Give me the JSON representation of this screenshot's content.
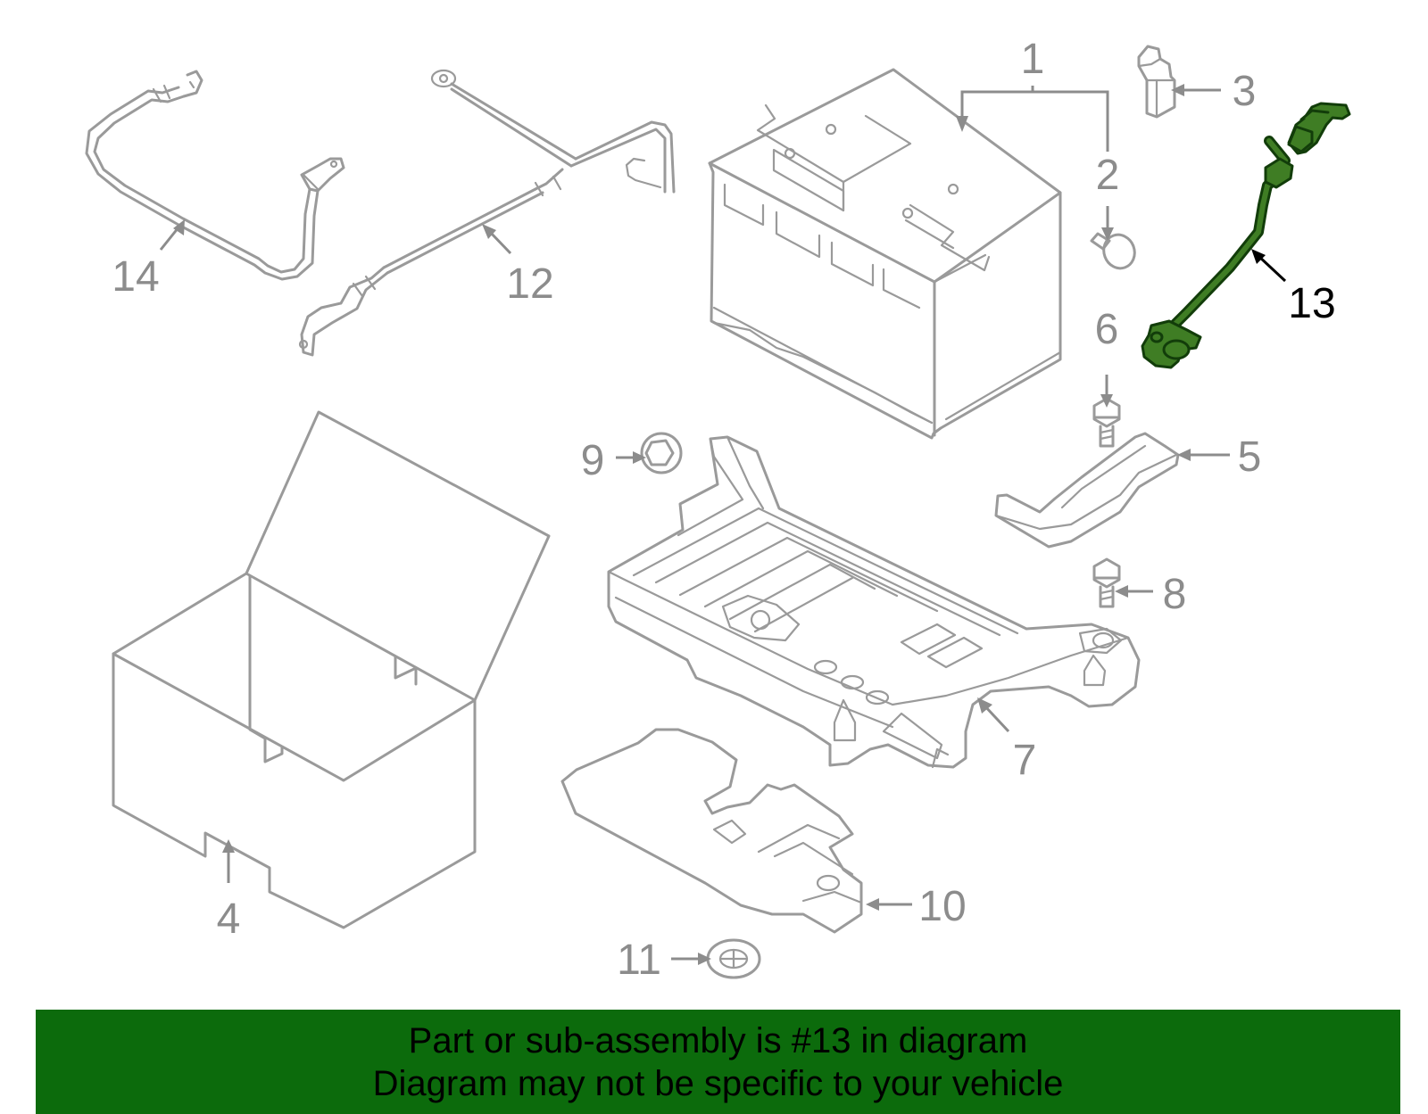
{
  "diagram": {
    "callouts": [
      "1",
      "2",
      "3",
      "4",
      "5",
      "6",
      "7",
      "8",
      "9",
      "10",
      "11",
      "12",
      "13",
      "14"
    ],
    "highlighted_part": "13",
    "colors": {
      "outline": "#9a9a9a",
      "highlight_fill": "#3f7d24",
      "highlight_stroke": "#123d0a",
      "banner": "#0c6b0c"
    }
  },
  "banner": {
    "line1": "Part or sub-assembly is #13 in diagram",
    "line2": "Diagram may not be specific to your vehicle"
  }
}
